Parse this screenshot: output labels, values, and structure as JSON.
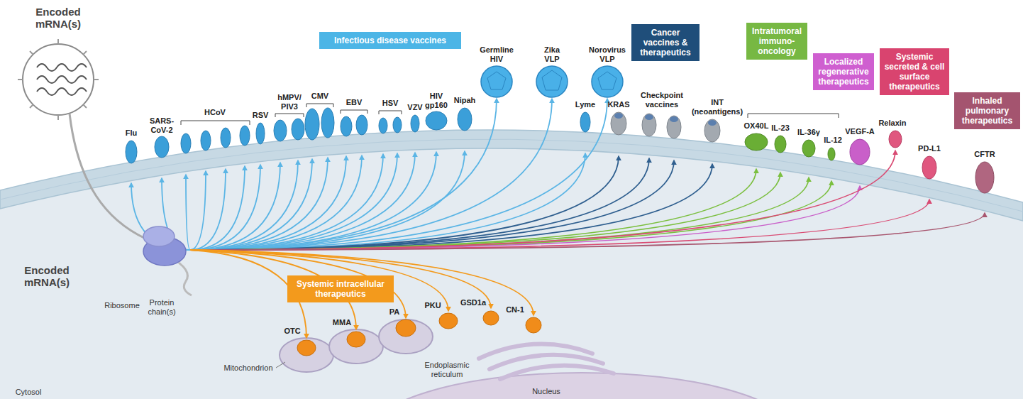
{
  "diagram": {
    "nodes": [
      {
        "text": [
          "Infectious disease vaccines"
        ]
      },
      {
        "text": [
          "Cancer vaccines & therapeutics"
        ]
      },
      {
        "text": [
          "Intratumoral immuno-oncology"
        ]
      },
      {
        "text": [
          "Localized regenerative therapeutics"
        ]
      },
      {
        "text": [
          "Systemic secreted & cell surface therapeutics"
        ]
      },
      {
        "text": [
          "Inhaled pulmonary therapeutics"
        ]
      },
      {
        "text": [
          "Systemic intracellular therapeutics"
        ]
      }
    ],
    "labels": [
      "Encoded mRNA(s)",
      "Encoded mRNA(s)",
      "Ribosome",
      "Protein chain(s)",
      "Flu",
      "SARS-CoV-2",
      "HCoV",
      "RSV",
      "hMPV/ PIV3",
      "CMV",
      "EBV",
      "HSV",
      "VZV",
      "HIV gp160",
      "Nipah",
      "Germline HIV",
      "Zika VLP",
      "Norovirus VLP",
      "Lyme",
      "KRAS",
      "Checkpoint vaccines",
      "INT (neoantigens)",
      "OX40L",
      "IL-23",
      "IL-36γ",
      "IL-12",
      "VEGF-A",
      "Relaxin",
      "PD-L1",
      "CFTR",
      "OTC",
      "MMA",
      "PA",
      "PKU",
      "GSD1a",
      "CN-1",
      "Mitochondrion",
      "Endoplasmic reticulum",
      "Nucleus",
      "Cytosol"
    ]
  }
}
